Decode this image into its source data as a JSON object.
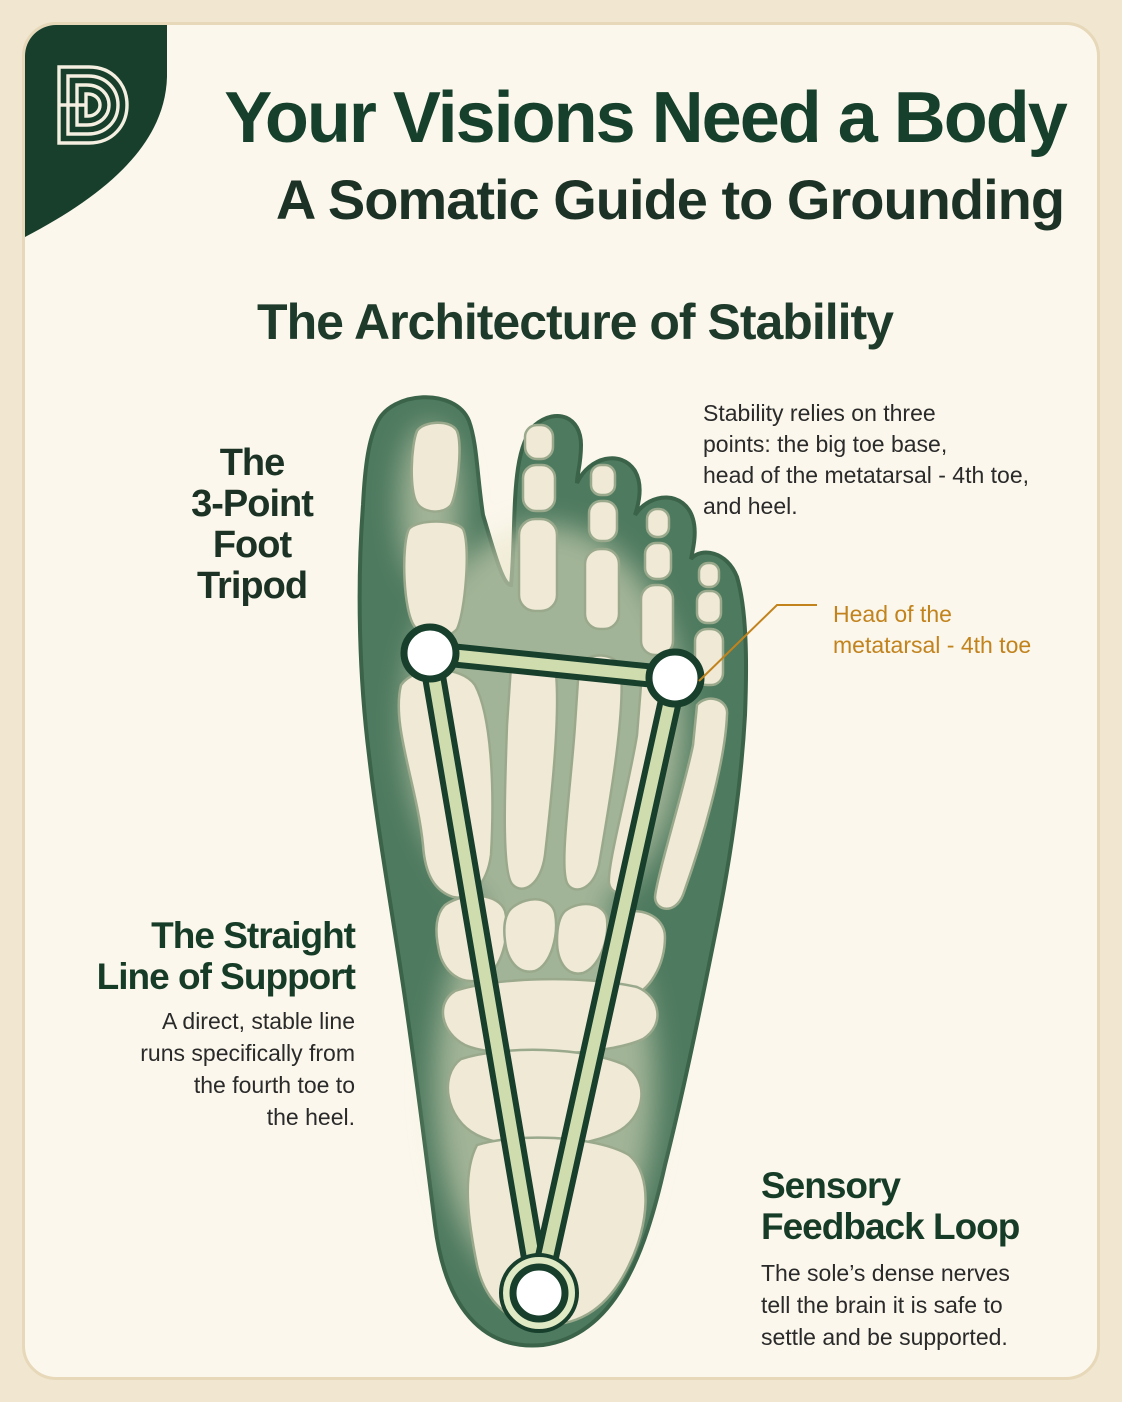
{
  "header": {
    "title": "Your Visions Need a Body",
    "subtitle": "A Somatic Guide to Grounding"
  },
  "section_title": "The Architecture of Stability",
  "tripod": {
    "title_lines": [
      "The",
      "3-Point",
      "Foot",
      "Tripod"
    ],
    "description_lines": [
      "Stability relies on three",
      "points: the big toe base,",
      "head of the metatarsal - 4th toe,",
      "and heel."
    ]
  },
  "callout": {
    "label_lines": [
      "Head of the",
      "metatarsal - 4th toe"
    ]
  },
  "line_of_support": {
    "title_lines": [
      "The Straight",
      "Line of Support"
    ],
    "description_lines": [
      "A direct, stable line",
      "runs specifically from",
      "the fourth toe to",
      "the heel."
    ]
  },
  "sensory_loop": {
    "title_lines": [
      "Sensory",
      "Feedback Loop"
    ],
    "description_lines": [
      "The sole’s dense nerves",
      "tell the brain it is safe to",
      "settle and be supported."
    ]
  },
  "colors": {
    "brand_green": "#173f2c",
    "foot_green": "#4e7a5f",
    "bone": "#efe9d6",
    "tripod_line": "#cfdcae",
    "callout_orange": "#c2831d",
    "background": "#fbf7ec"
  }
}
